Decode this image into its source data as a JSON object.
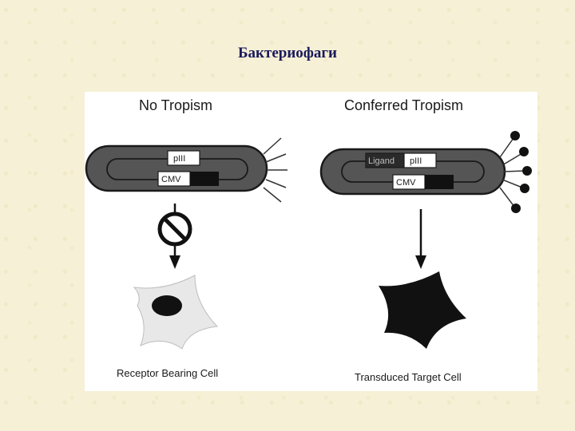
{
  "slide": {
    "title": "Бактериофаги"
  },
  "figure": {
    "left": {
      "heading": "No Tropism",
      "gene_label": "pIII",
      "promoter_label": "CMV",
      "cell_label": "Receptor Bearing Cell"
    },
    "right": {
      "heading": "Conferred Tropism",
      "ligand_label": "Ligand",
      "gene_label": "pIII",
      "promoter_label": "CMV",
      "cell_label": "Transduced Target Cell"
    }
  }
}
